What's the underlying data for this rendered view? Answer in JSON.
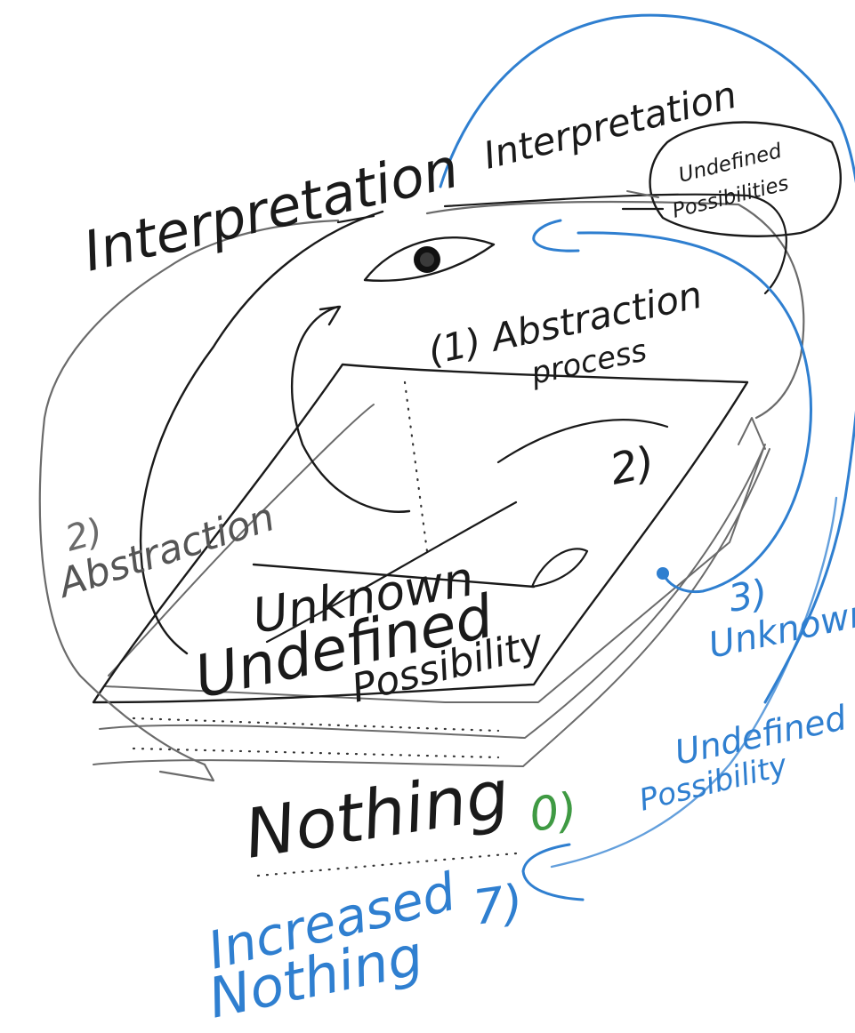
{
  "labels": {
    "interpretation_left": "Interpretation",
    "interpretation_top": "Interpretation",
    "undefined_possibilities_line1": "Undefined",
    "undefined_possibilities_line2": "Possibilities",
    "abstraction_process_line1": "(1) Abstraction",
    "abstraction_process_line2": "process",
    "step_2_right": "2)",
    "step_2_left": "2)",
    "abstraction_left": "Abstraction",
    "unknown_crossed": "Unknown",
    "undefined_possibility_line1": "Undefined",
    "undefined_possibility_line2": "Possibility",
    "step_3": "3)",
    "unknown_right": "Unknown",
    "undefined_possibility_right_line1": "Undefined",
    "undefined_possibility_right_line2": "Possibility",
    "nothing": "Nothing",
    "step_0": "0)",
    "increased_line1": "Increased",
    "increased_line2": "Nothing",
    "step_7": "7)"
  },
  "colors": {
    "black_ink": "#1a1a1a",
    "grey_ink": "#6b6b6b",
    "blue_ink": "#2f7fd0",
    "green_ink": "#3f9a43"
  }
}
